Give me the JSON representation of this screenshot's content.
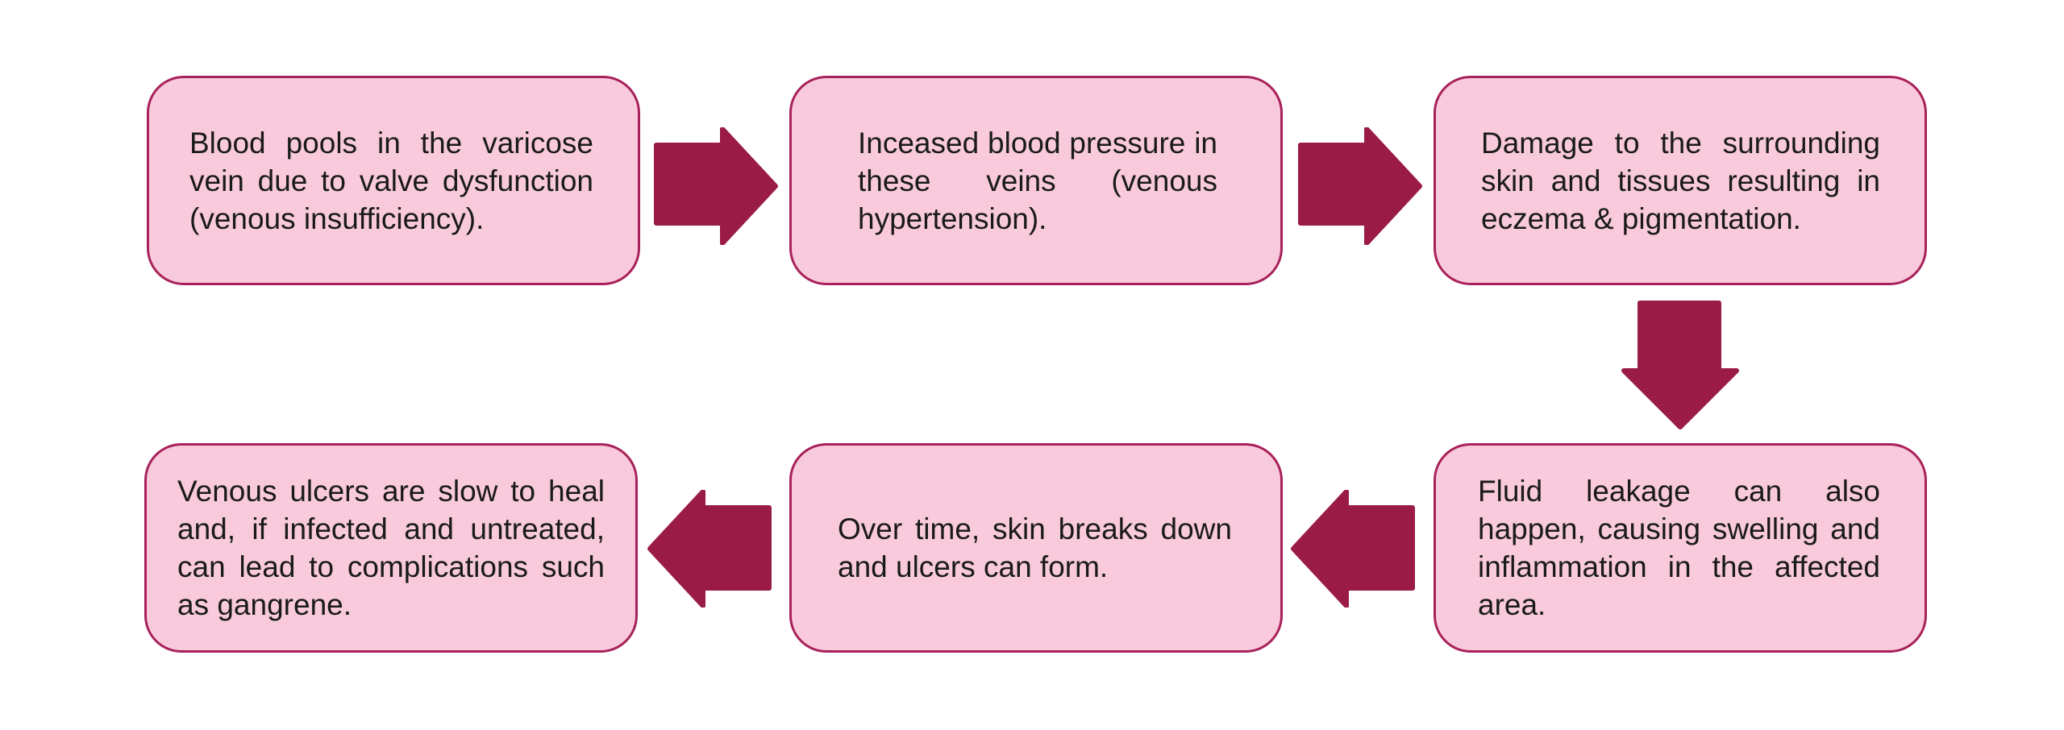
{
  "colors": {
    "box_fill": "#f8cadc",
    "box_border": "#a8215a",
    "arrow_fill": "#9b1b47"
  },
  "steps": [
    {
      "text": "Blood pools in the varicose vein due to valve dysfunction (venous insufficiency)."
    },
    {
      "text": "Inceased blood pressure in these veins (venous hypertension)."
    },
    {
      "text": "Damage to the surrounding skin and tissues resulting in eczema & pigmentation."
    },
    {
      "text": "Fluid leakage can also happen, causing swelling and inflammation in the affected area."
    },
    {
      "text": "Over time, skin breaks down and ulcers can form."
    },
    {
      "text": "Venous ulcers are slow to heal and, if infected and untreated, can lead to complications such as gangrene."
    }
  ],
  "arrows": [
    {
      "from": 1,
      "to": 2,
      "direction": "right"
    },
    {
      "from": 2,
      "to": 3,
      "direction": "right"
    },
    {
      "from": 3,
      "to": 4,
      "direction": "down"
    },
    {
      "from": 4,
      "to": 5,
      "direction": "left"
    },
    {
      "from": 5,
      "to": 6,
      "direction": "left"
    }
  ]
}
